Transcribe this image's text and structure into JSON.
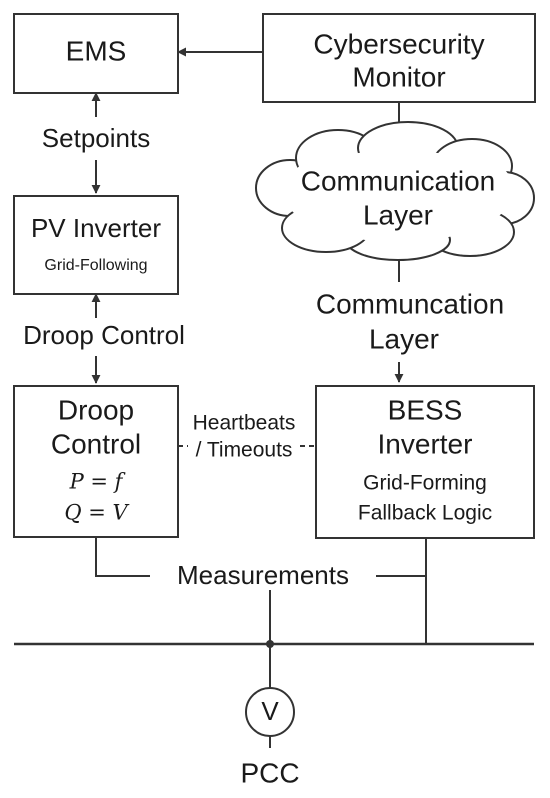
{
  "blocks": {
    "ems": {
      "label": "EMS"
    },
    "cyber": {
      "line1": "Cybersecurity",
      "line2": "Monitor"
    },
    "cloud": {
      "line1": "Communication",
      "line2": "Layer"
    },
    "pv": {
      "title": "PV Inverter",
      "subtitle": "Grid-Following"
    },
    "droop": {
      "line1": "Droop",
      "line2": "Control",
      "eq1": "P = f",
      "eq2": "Q = V"
    },
    "bess": {
      "line1": "BESS",
      "line2": "Inverter",
      "line3": "Grid-Forming",
      "line4": "Fallback Logic"
    },
    "meter": {
      "symbol": "V",
      "label": "PCC"
    }
  },
  "labels": {
    "setpoints": "Setpoints",
    "droop_link": "Droop Control",
    "comm_line1": "Communcation",
    "comm_line2": "Layer",
    "heartbeats_line1": "Heartbeats",
    "heartbeats_line2": "/ Timeouts",
    "measurements": "Measurements"
  },
  "colors": {
    "stroke": "#333333",
    "text": "#1a1a1a",
    "background": "#ffffff"
  }
}
